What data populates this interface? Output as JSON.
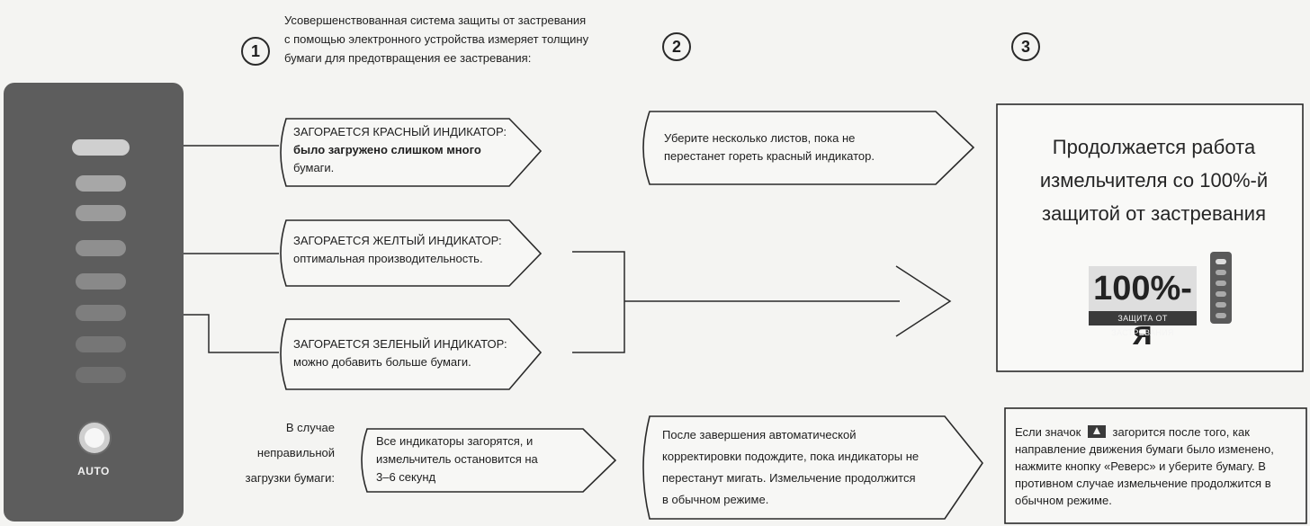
{
  "panel": {
    "auto_label": "AUTO",
    "led_colors": {
      "red": "#cfcfcf",
      "yellow": "#9a9a9a",
      "green": "#888888"
    }
  },
  "steps": {
    "one": "1",
    "two": "2",
    "three": "3"
  },
  "intro": {
    "line1": "Усовершенствованная система защиты от застревания",
    "line2": "с помощью электронного устройства измеряет толщину",
    "line3": "бумаги для предотвращения ее застревания:"
  },
  "indicators": {
    "red": {
      "title": "ЗАГОРАЕТСЯ КРАСНЫЙ ИНДИКАТОР:",
      "line2": "было загружено слишком много",
      "line3": "бумаги."
    },
    "yellow": {
      "title": "ЗАГОРАЕТСЯ ЖЕЛТЫЙ ИНДИКАТОР:",
      "line2": "оптимальная производительность."
    },
    "green": {
      "title": "ЗАГОРАЕТСЯ ЗЕЛЕНЫЙ ИНДИКАТОР:",
      "line2": "можно добавить больше бумаги."
    }
  },
  "step2": {
    "remove": {
      "line1": "Уберите несколько листов, пока не",
      "line2": "перестанет гореть красный индикатор."
    },
    "after_correction": {
      "line1": "После завершения автоматической",
      "line2": "корректировки подождите, пока индикаторы не",
      "line3": "перестанут мигать. Измельчение продолжится",
      "line4": "в обычном режиме."
    }
  },
  "misload": {
    "label_line1": "В случае",
    "label_line2": "неправильной",
    "label_line3": "загрузки бумаги:",
    "box_line1": "Все индикаторы загорятся, и",
    "box_line2": "измельчитель остановится на",
    "box_line3": "3–6 секунд"
  },
  "result": {
    "line1": "Продолжается работа",
    "line2": "измельчителя со 100%-й",
    "line3": "защитой от застревания",
    "badge_big": "100%-я",
    "badge_small": "ЗАЩИТА ОТ ЗАСТРЕВАНИЯ"
  },
  "note": {
    "part1": "Если значок",
    "part2": "загорится после того, как",
    "line2": "направление движения бумаги было изменено,",
    "line3": "нажмите кнопку «Реверс» и уберите бумагу. В",
    "line4": "противном случае измельчение продолжится в",
    "line5": "обычном режиме."
  }
}
